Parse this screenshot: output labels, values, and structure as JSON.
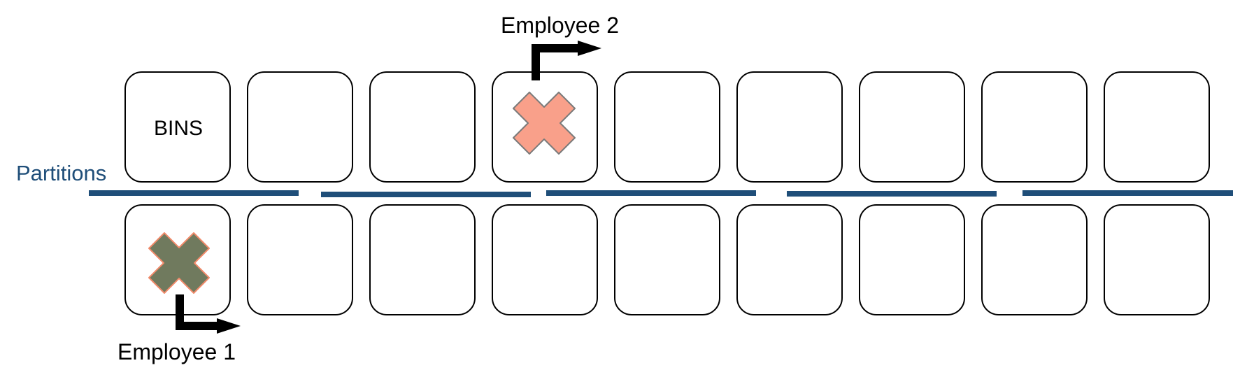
{
  "diagram": {
    "bins_label": "BINS",
    "partitions_label": "Partitions",
    "employee_1_label": "Employee 1",
    "employee_2_label": "Employee 2",
    "rows": 2,
    "bins_per_row": 9,
    "partition_segments": 5,
    "markers": {
      "employee_2": {
        "row": "top",
        "bin": 4,
        "icon": "x-marker-icon",
        "color": "#f9a08a"
      },
      "employee_1": {
        "row": "bottom",
        "bin": 1,
        "icon": "x-marker-icon",
        "color": "#707a5e"
      }
    }
  },
  "colors": {
    "partition_line": "#1f4e79",
    "partitions_text": "#1f4e79",
    "bin_stroke": "#000000",
    "arrow": "#000000",
    "marker_employee_2_fill": "#f9a08a",
    "marker_employee_2_stroke": "#7a7a7a",
    "marker_employee_1_fill": "#707a5e",
    "marker_employee_1_stroke": "#f08a6a"
  }
}
